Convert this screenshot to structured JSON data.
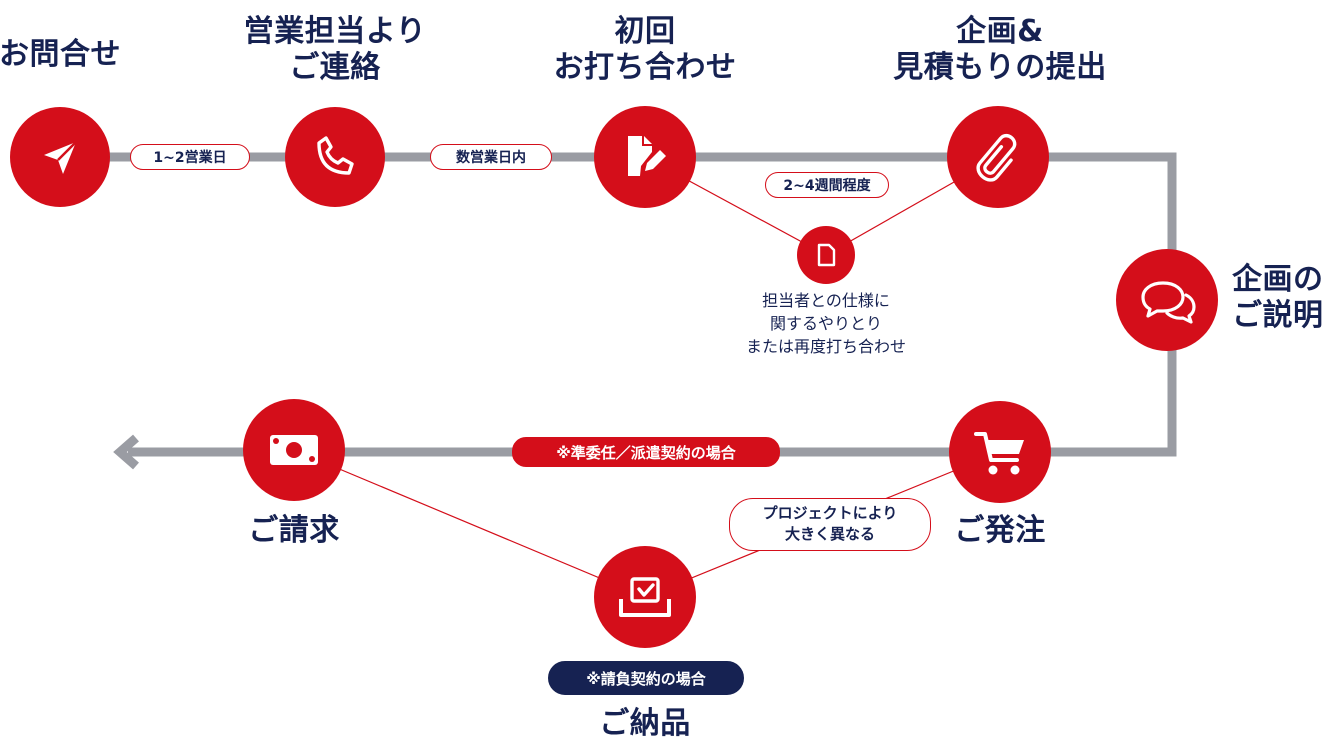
{
  "steps": {
    "inquiry": {
      "label": "お問合せ",
      "icon": "paper-plane-icon"
    },
    "contact": {
      "line1": "営業担当より",
      "line2": "ご連絡",
      "icon": "phone-icon"
    },
    "meeting": {
      "line1": "初回",
      "line2": "お打ち合わせ",
      "icon": "document-edit-icon"
    },
    "proposal": {
      "line1": "企画&",
      "line2": "見積もりの提出",
      "icon": "paperclip-icon"
    },
    "explanation": {
      "line1": "企画の",
      "line2": "ご説明",
      "icon": "chat-bubbles-icon"
    },
    "order": {
      "label": "ご発注",
      "icon": "shopping-cart-icon"
    },
    "delivery": {
      "label": "ご納品",
      "icon": "inbox-check-icon"
    },
    "billing": {
      "label": "ご請求",
      "icon": "money-bill-icon"
    }
  },
  "durations": {
    "inquiry_to_contact": "1~2営業日",
    "contact_to_meeting": "数営業日内",
    "meeting_to_proposal": "2~4週間程度"
  },
  "side_step": {
    "icon": "document-icon",
    "line1": "担当者との仕様に",
    "line2": "関するやりとり",
    "line3": "または再度打ち合わせ"
  },
  "order_note": {
    "line1": "プロジェクトにより",
    "line2": "大きく異なる"
  },
  "tags": {
    "quasi_mandate": "※準委任／派遣契約の場合",
    "contract": "※請負契約の場合"
  },
  "colors": {
    "accent": "#d40e1a",
    "navy": "#162252",
    "track": "#9a9ca3"
  }
}
